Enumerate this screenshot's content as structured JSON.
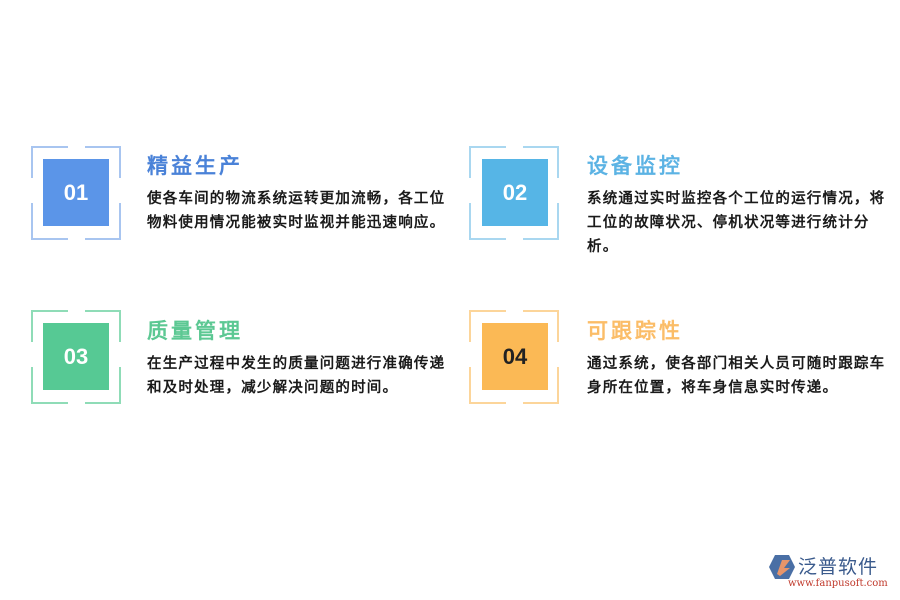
{
  "items": [
    {
      "number": "01",
      "title": "精益生产",
      "description": "使各车间的物流系统运转更加流畅，各工位物料使用情况能被实时监视并能迅速响应。",
      "color": "#5b95e8",
      "frame_color": "#a8c5f0",
      "title_color": "#4a82d8"
    },
    {
      "number": "02",
      "title": "设备监控",
      "description": "系统通过实时监控各个工位的运行情况，将工位的故障状况、停机状况等进行统计分析。",
      "color": "#56b5e6",
      "frame_color": "#a9d7f0",
      "title_color": "#5cb3e4"
    },
    {
      "number": "03",
      "title": "质量管理",
      "description": "在生产过程中发生的质量问题进行准确传递和及时处理，减少解决问题的时间。",
      "color": "#56c994",
      "frame_color": "#8fdcb7",
      "title_color": "#5cc893"
    },
    {
      "number": "04",
      "title": "可跟踪性",
      "description": "通过系统，使各部门相关人员可随时跟踪车身所在位置，将车身信息实时传递。",
      "color": "#fbb955",
      "frame_color": "#fcd59a",
      "title_color": "#fbbd68"
    }
  ],
  "logo": {
    "name": "泛普软件",
    "url": "www.fanpusoft.com"
  }
}
